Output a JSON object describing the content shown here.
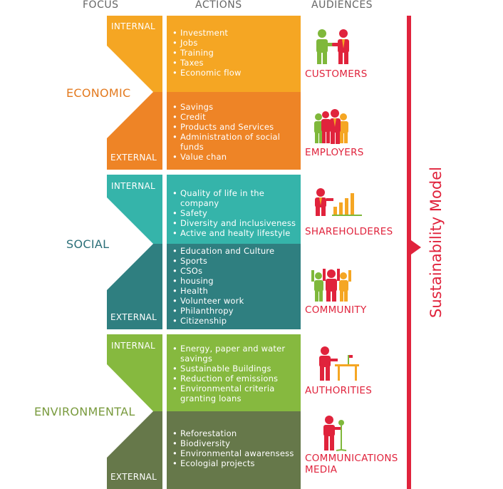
{
  "headers": {
    "focus": "FOCUS",
    "actions": "ACTIONS",
    "audiences": "AUDIENCES"
  },
  "sections": [
    {
      "category": "ECONOMIC",
      "internal_label": "INTERNAL",
      "external_label": "EXTERNAL",
      "internal_actions": [
        "Investment",
        "Jobs",
        "Training",
        "Taxes",
        "Economic flow"
      ],
      "external_actions": [
        "Savings",
        "Credit",
        "Products and Services",
        "Administration of social funds",
        "Value chan"
      ]
    },
    {
      "category": "SOCIAL",
      "internal_label": "INTERNAL",
      "external_label": "EXTERNAL",
      "internal_actions": [
        "Quality of life in the company",
        "Safety",
        "Diversity and inclusiveness",
        "Active and healty lifestyle"
      ],
      "external_actions": [
        "Education and Culture",
        "Sports",
        "CSOs",
        "housing",
        "Health",
        "Volunteer work",
        "Philanthropy",
        "Citizenship"
      ]
    },
    {
      "category": "ENVIRONMENTAL",
      "internal_label": "INTERNAL",
      "external_label": "EXTERNAL",
      "internal_actions": [
        "Energy, paper and water savings",
        "Sustainable Buildings",
        "Reduction of emissions",
        "Environmental criteria granting loans"
      ],
      "external_actions": [
        "Reforestation",
        "Biodiversity",
        "Environmental awarensess",
        "Ecologial projects"
      ]
    }
  ],
  "audiences": [
    {
      "label": "CUSTOMERS",
      "icon": "handshake-people-icon"
    },
    {
      "label": "EMPLOYERS",
      "icon": "group-people-icon"
    },
    {
      "label": "SHAREHOLDERES",
      "icon": "person-bar-chart-icon"
    },
    {
      "label": "COMMUNITY",
      "icon": "cheering-people-icon"
    },
    {
      "label": "AUTHORITIES",
      "icon": "person-at-desk-icon"
    },
    {
      "label": "COMMUNICATIONS MEDIA",
      "icon": "person-microphone-icon"
    }
  ],
  "model_label": "Sustainability Model",
  "colors": {
    "economic_internal": "#f5a623",
    "economic_external": "#ee8426",
    "economic_text": "#e37a1f",
    "social_internal": "#35b4aa",
    "social_external": "#2f7f80",
    "social_text": "#2b6f78",
    "environmental_internal": "#86b93f",
    "environmental_external": "#66784a",
    "environmental_text": "#7a9b3f",
    "accent_red": "#e0233c"
  }
}
